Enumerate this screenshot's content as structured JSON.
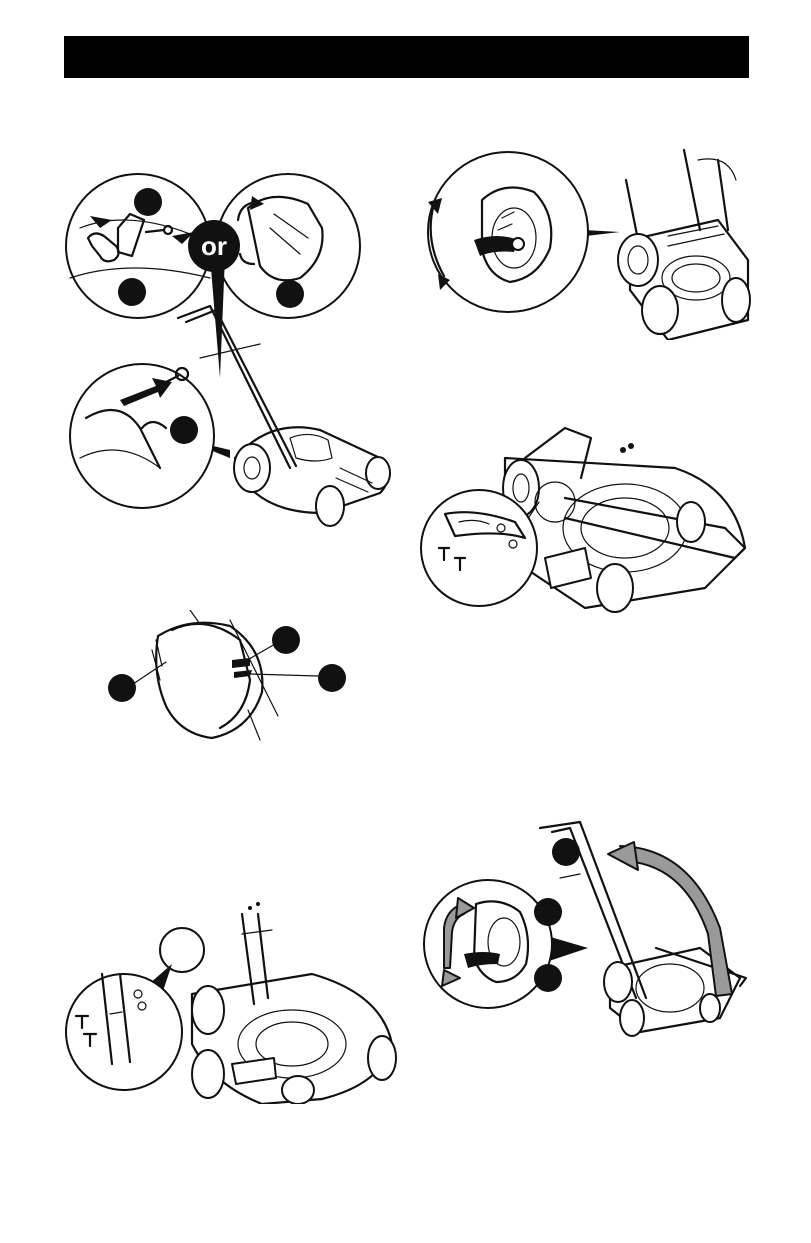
{
  "header": {
    "title": ""
  },
  "figures": {
    "figure_1": {
      "badge_label": "or",
      "callouts": 4
    },
    "figure_2": {
      "arrow": "rotate-both-ways"
    },
    "figure_3": {
      "callouts": 3
    },
    "figure_4": {
      "fasteners": 2
    },
    "figure_5": {
      "fasteners": 2
    },
    "figure_6": {
      "callouts": 3
    }
  },
  "colors": {
    "ink": "#111111",
    "arrow_fill": "#9a9a9a",
    "header_bar": "#000000"
  }
}
